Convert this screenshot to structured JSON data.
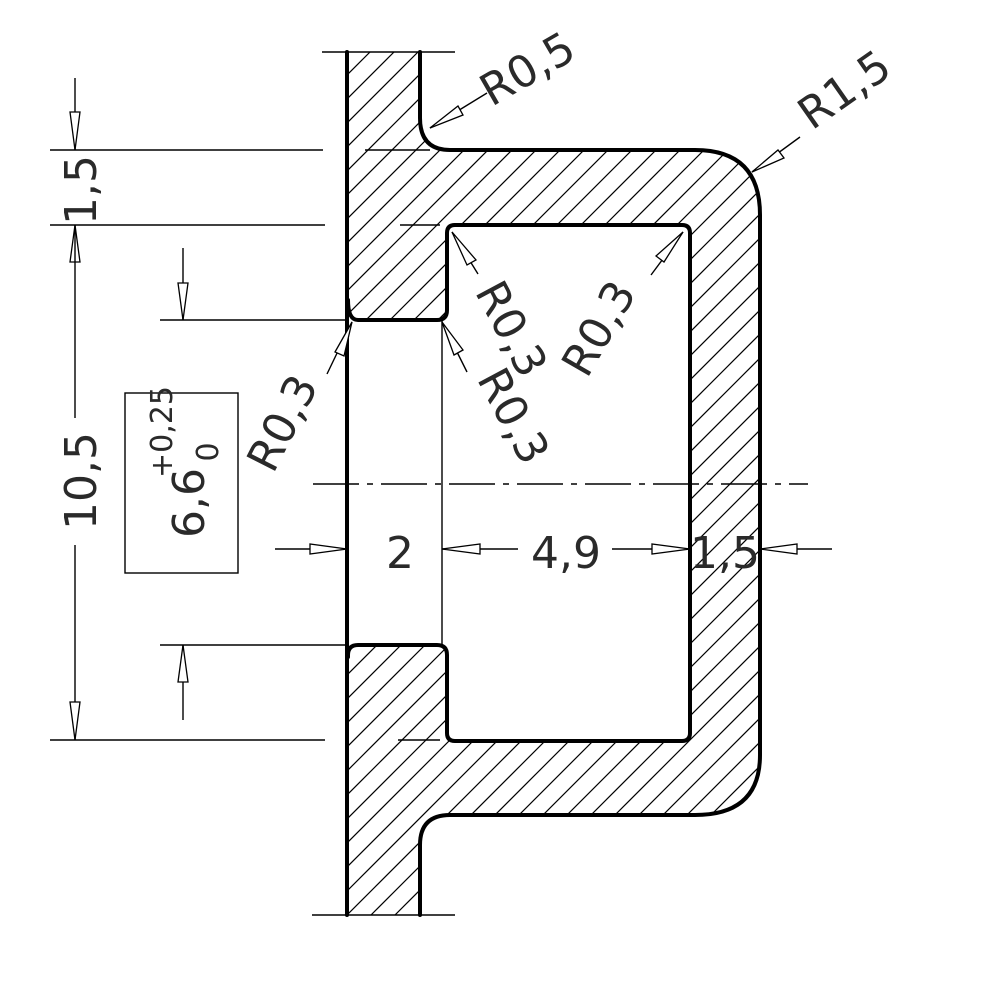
{
  "dimensions": {
    "top_flange_thickness": "1,5",
    "overall_height": "10,5",
    "web_thickness": "2",
    "inner_width": "4,9",
    "outer_wall": "1,5",
    "toleranced": {
      "nominal": "6,6",
      "upper": "+0,25",
      "lower": "0"
    }
  },
  "radii": {
    "top_fillet": "R0,5",
    "outer_corner": "R1,5",
    "inner_corner_left": "R0,3",
    "inner_corner_right": "R0,3",
    "slot_left": "R0,3",
    "slot_right": "R0,3"
  },
  "colors": {
    "line": "#000000",
    "text": "#2a2a2a",
    "background": "#ffffff"
  }
}
